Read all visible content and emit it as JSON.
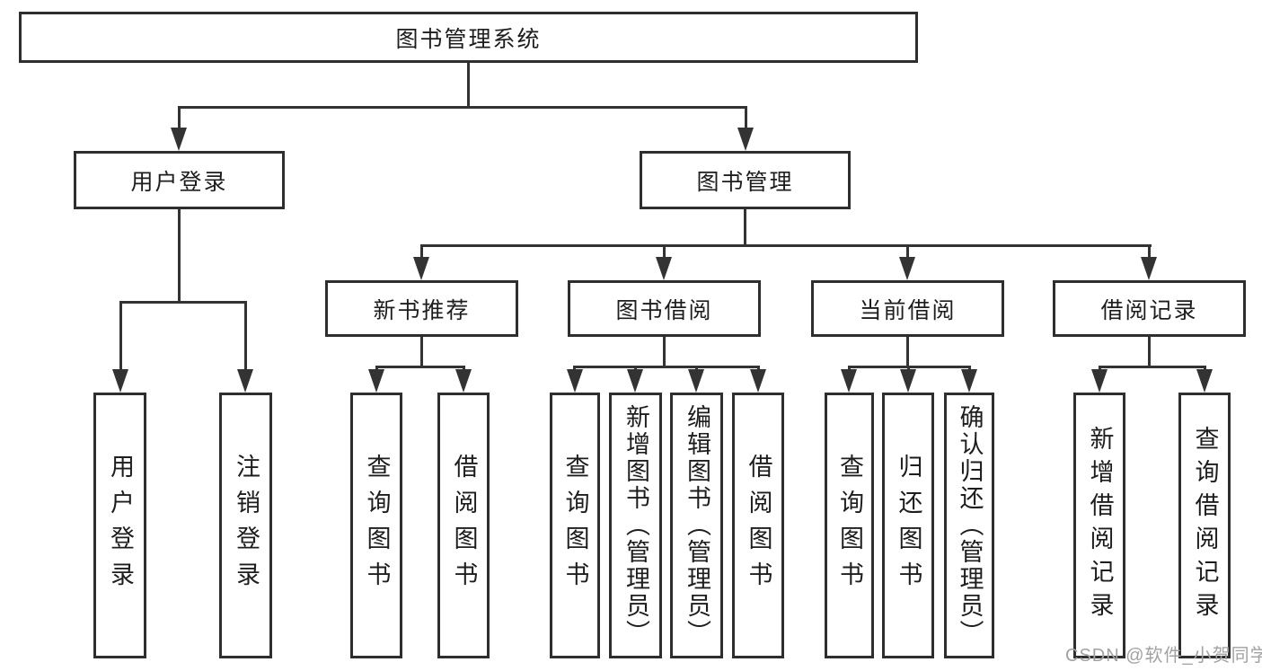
{
  "diagram": {
    "title": "图书管理系统",
    "root": {
      "label": "图书管理系统"
    },
    "level2": {
      "user_login": {
        "label": "用户登录"
      },
      "book_mgmt": {
        "label": "图书管理"
      }
    },
    "level3": {
      "new_book_rec": {
        "label": "新书推荐"
      },
      "book_borrow": {
        "label": "图书借阅"
      },
      "current_borrow": {
        "label": "当前借阅"
      },
      "borrow_records": {
        "label": "借阅记录"
      }
    },
    "leaves": {
      "user_login_fn": {
        "label": "用户登录"
      },
      "logout_fn": {
        "label": "注销登录"
      },
      "query_books_new": {
        "label": "查询图书"
      },
      "borrow_books_new": {
        "label": "借阅图书"
      },
      "query_books_borrow": {
        "label": "查询图书"
      },
      "add_books_admin": {
        "label": "新增图书（管理员）"
      },
      "edit_books_admin": {
        "label": "编辑图书（管理员）"
      },
      "borrow_books_borrow": {
        "label": "借阅图书"
      },
      "query_books_current": {
        "label": "查询图书"
      },
      "return_books": {
        "label": "归还图书"
      },
      "confirm_return_admin": {
        "label": "确认归还（管理员）"
      },
      "add_borrow_record": {
        "label": "新增借阅记录"
      },
      "query_borrow_record": {
        "label": "查询借阅记录"
      }
    }
  },
  "watermark": {
    "text": "CSDN @软件_小贺同学"
  },
  "colors": {
    "line": "#333333",
    "box_border": "#2e2e2e",
    "text": "#1d1d1f",
    "watermark": "#a2a2a2",
    "background": "#ffffff"
  }
}
